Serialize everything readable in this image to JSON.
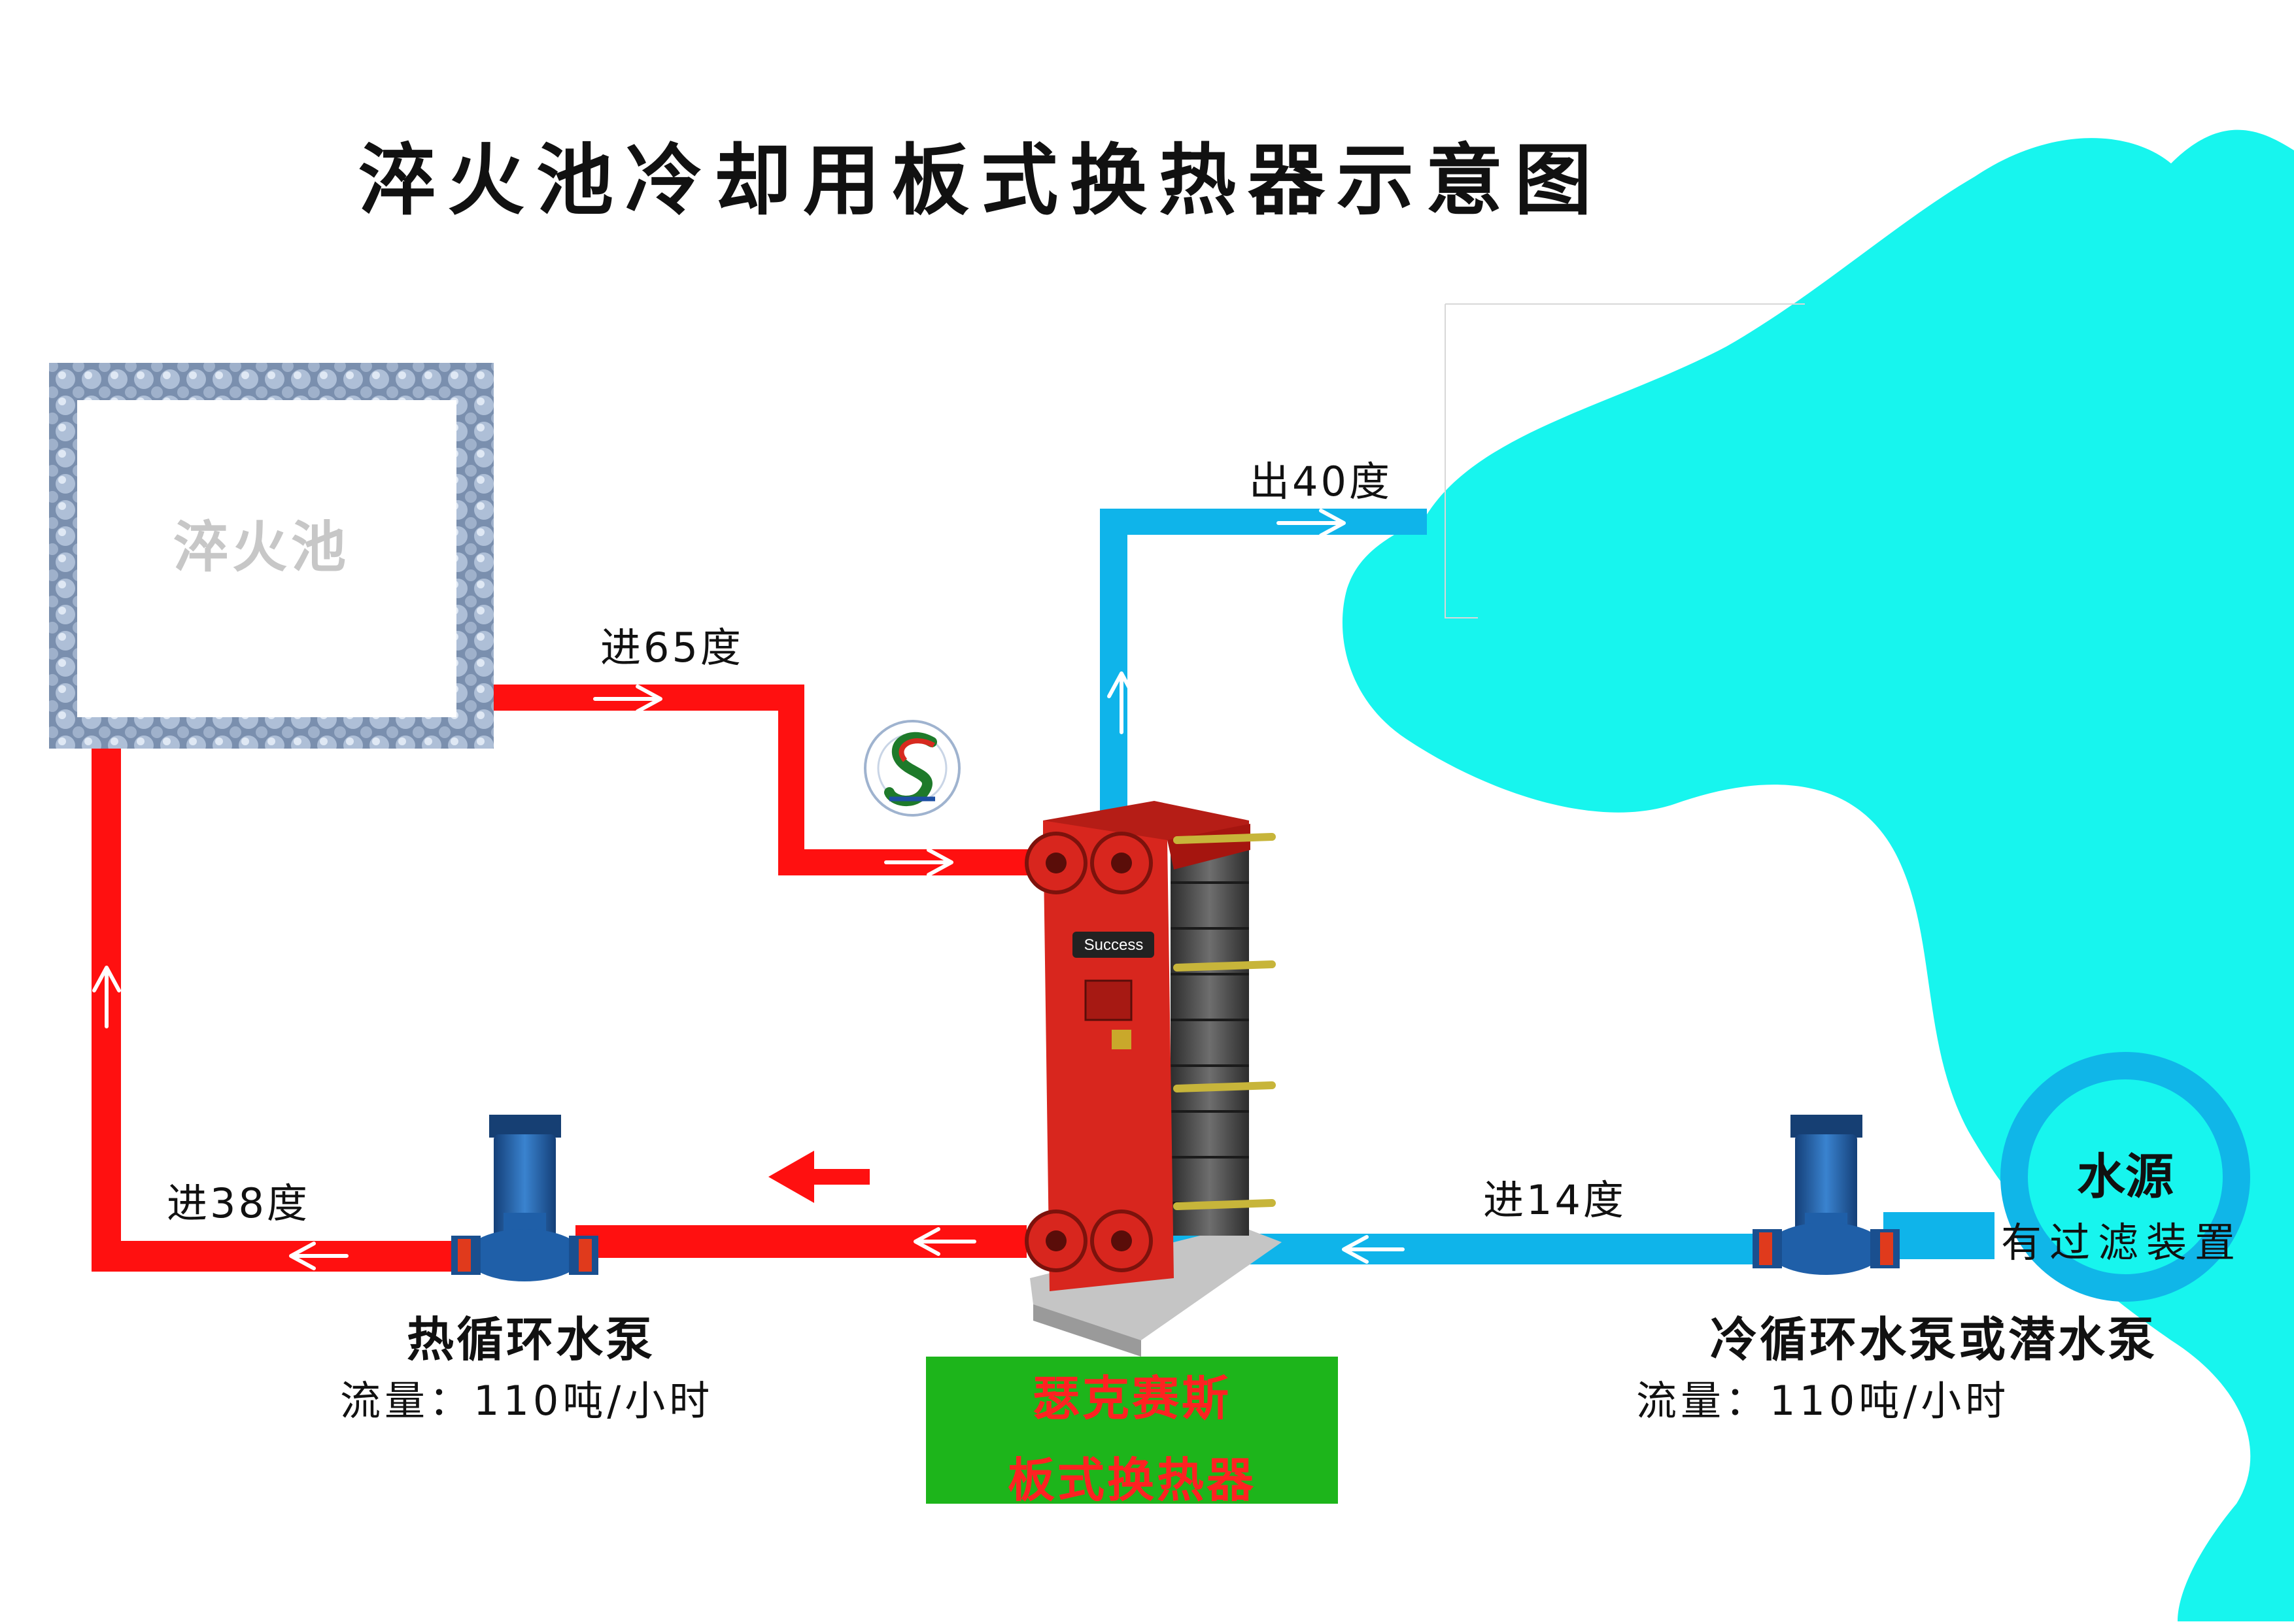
{
  "title": "淬火池冷却用板式换热器示意图",
  "pool_label": "淬火池",
  "temps": {
    "hot_in": "进65度",
    "cold_out": "出40度",
    "hot_return": "进38度",
    "cold_in": "进14度"
  },
  "hot_pump": {
    "name": "热循环水泵",
    "flow": "流量：110吨/小时"
  },
  "cold_pump": {
    "name": "冷循环水泵或潜水泵",
    "flow": "流量：110吨/小时"
  },
  "water_source": {
    "title": "水源",
    "subtitle": "有过滤装置"
  },
  "brand": {
    "line1": "瑟克赛斯",
    "line2": "板式换热器"
  },
  "exchanger_logo_text": "Success",
  "colors": {
    "hot_pipe": "#ff1010",
    "cold_pipe": "#0fb4ea",
    "water_body": "#17f5ee",
    "exchanger": "#d8261e",
    "pump": "#1f5fa8",
    "brand_bg": "#1db51b",
    "brand_text": "#ff2222"
  }
}
